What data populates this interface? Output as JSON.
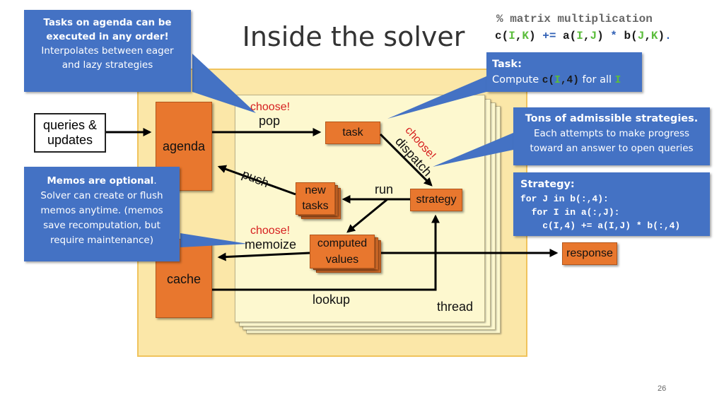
{
  "slide": {
    "title": "Inside the solver",
    "page_number": "26",
    "header_code": {
      "comment": "% matrix multiplication",
      "line": [
        {
          "t": "c(",
          "c": "dark"
        },
        {
          "t": "I",
          "c": "green"
        },
        {
          "t": ",",
          "c": "dark"
        },
        {
          "t": "K",
          "c": "green"
        },
        {
          "t": ") ",
          "c": "dark"
        },
        {
          "t": "+=",
          "c": "blue"
        },
        {
          "t": " a(",
          "c": "dark"
        },
        {
          "t": "I",
          "c": "green"
        },
        {
          "t": ",",
          "c": "dark"
        },
        {
          "t": "J",
          "c": "green"
        },
        {
          "t": ") ",
          "c": "dark"
        },
        {
          "t": "*",
          "c": "blue"
        },
        {
          "t": " b(",
          "c": "dark"
        },
        {
          "t": "J",
          "c": "green"
        },
        {
          "t": ",",
          "c": "dark"
        },
        {
          "t": "K",
          "c": "green"
        },
        {
          "t": ")",
          "c": "dark"
        },
        {
          "t": ".",
          "c": "blue"
        }
      ]
    }
  },
  "callouts": {
    "agenda_order": {
      "bold": "Tasks on agenda can be executed in any order!",
      "normal": "Interpolates between eager and lazy strategies"
    },
    "memos": {
      "bold": "Memos are optional",
      "after_bold": ".",
      "normal": "Solver can create or flush memos anytime. (memos save recomputation, but require maintenance)"
    },
    "task": {
      "heading": "Task:",
      "prefix": "Compute ",
      "code_parts": [
        {
          "t": "c(",
          "c": "dark"
        },
        {
          "t": "I",
          "c": "green"
        },
        {
          "t": ",4)",
          "c": "dark"
        }
      ],
      "middle": " for all ",
      "var": "I"
    },
    "strategies": {
      "bold": "Tons of admissible strategies.",
      "normal": "Each attempts to make progress toward an answer to open queries"
    },
    "strategy": {
      "heading": "Strategy:",
      "code": [
        "for J in b(:,4):",
        "  for I in a(:,J):",
        "    c(I,4) += a(I,J) * b(:,4)"
      ]
    }
  },
  "nodes": {
    "queries": "queries & updates",
    "agenda": "agenda",
    "cache": "cache",
    "task": "task",
    "new_tasks": "new tasks",
    "strategy": "strategy",
    "computed_values": "computed values",
    "response": "response"
  },
  "labels": {
    "choose_pop": "choose!",
    "pop": "pop",
    "push": "push",
    "run": "run",
    "choose_dispatch": "choose!",
    "dispatch": "dispatch",
    "choose_memoize": "choose!",
    "memoize": "memoize",
    "lookup": "lookup",
    "thread": "thread"
  },
  "colors": {
    "callout_blue": "#4472c4",
    "node_orange": "#e8772e",
    "outer_fill": "#fbe7a8",
    "thread_fill": "#fdf8cf",
    "choose_red": "#d62020",
    "code_green": "#5bbd3c",
    "code_blue": "#2f5fb5"
  }
}
